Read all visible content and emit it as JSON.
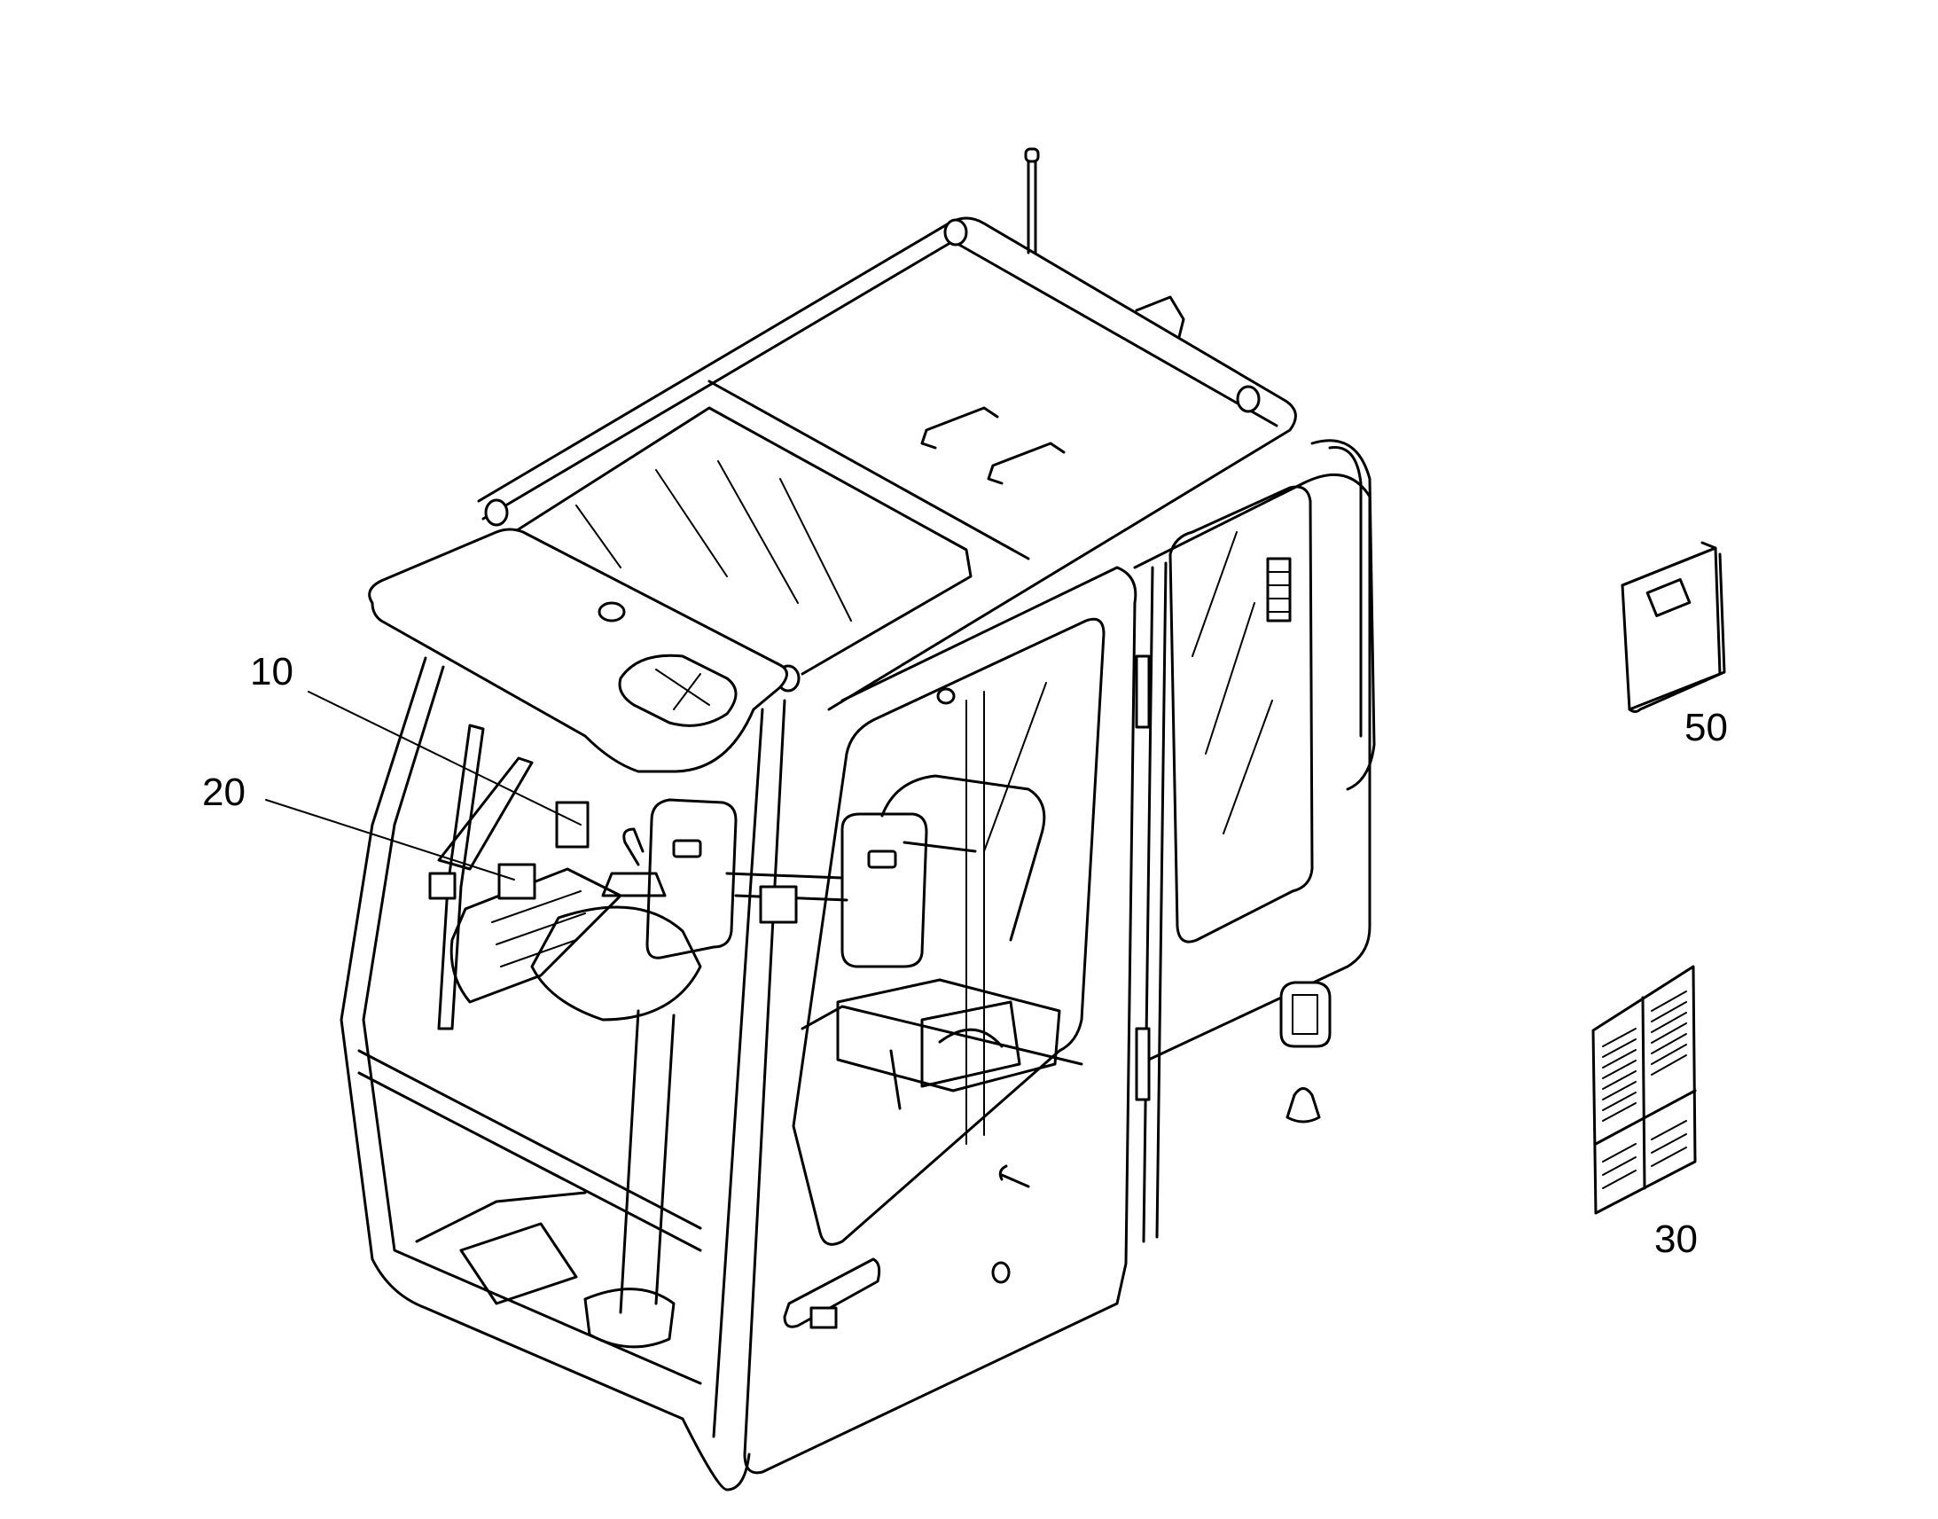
{
  "callouts": {
    "c10": "10",
    "c20": "20",
    "c30": "30",
    "c50": "50"
  },
  "colors": {
    "line": "#000000",
    "background": "#ffffff"
  }
}
